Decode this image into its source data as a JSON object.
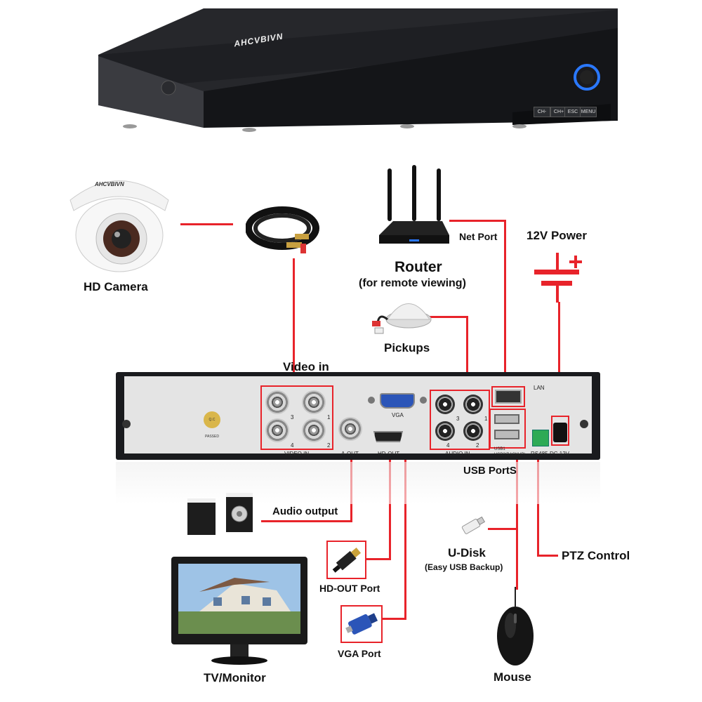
{
  "dvr": {
    "brand": "AHCVBIVN",
    "buttons": [
      "CH-",
      "CH+",
      "ESC",
      "MENU"
    ]
  },
  "camera_brand": "AHCVBIVN",
  "labels": {
    "hd_camera": "HD Camera",
    "router": "Router",
    "router_sub": "(for remote viewing)",
    "net_port": "Net Port",
    "power": "12V Power",
    "pickups": "Pickups",
    "video_in": "Video in",
    "usb_ports": "USB PortS",
    "audio_output": "Audio output",
    "u_disk": "U-Disk",
    "u_disk_sub": "(Easy USB Backup)",
    "ptz": "PTZ Control",
    "hd_out_port": "HD-OUT Port",
    "vga_port": "VGA Port",
    "tv_monitor": "TV/Monitor",
    "mouse": "Mouse"
  },
  "panel": {
    "video_in": "VIDEO IN",
    "a_out": "A-OUT",
    "hd_out": "HD-OUT",
    "vga": "VGA",
    "audio_in": "AUDIO IN",
    "lan": "LAN",
    "usb1": "USB1",
    "usb2": "USB2(BACKUP)",
    "rs485": "RS485",
    "dc": "DC 12V",
    "qc": "Q.C PASSED",
    "ch_numbers": [
      "3",
      "1",
      "4",
      "2"
    ]
  },
  "colors": {
    "wire": "#e8232a",
    "dvr_body": "#1c1d20",
    "panel": "#e4e4e4"
  }
}
